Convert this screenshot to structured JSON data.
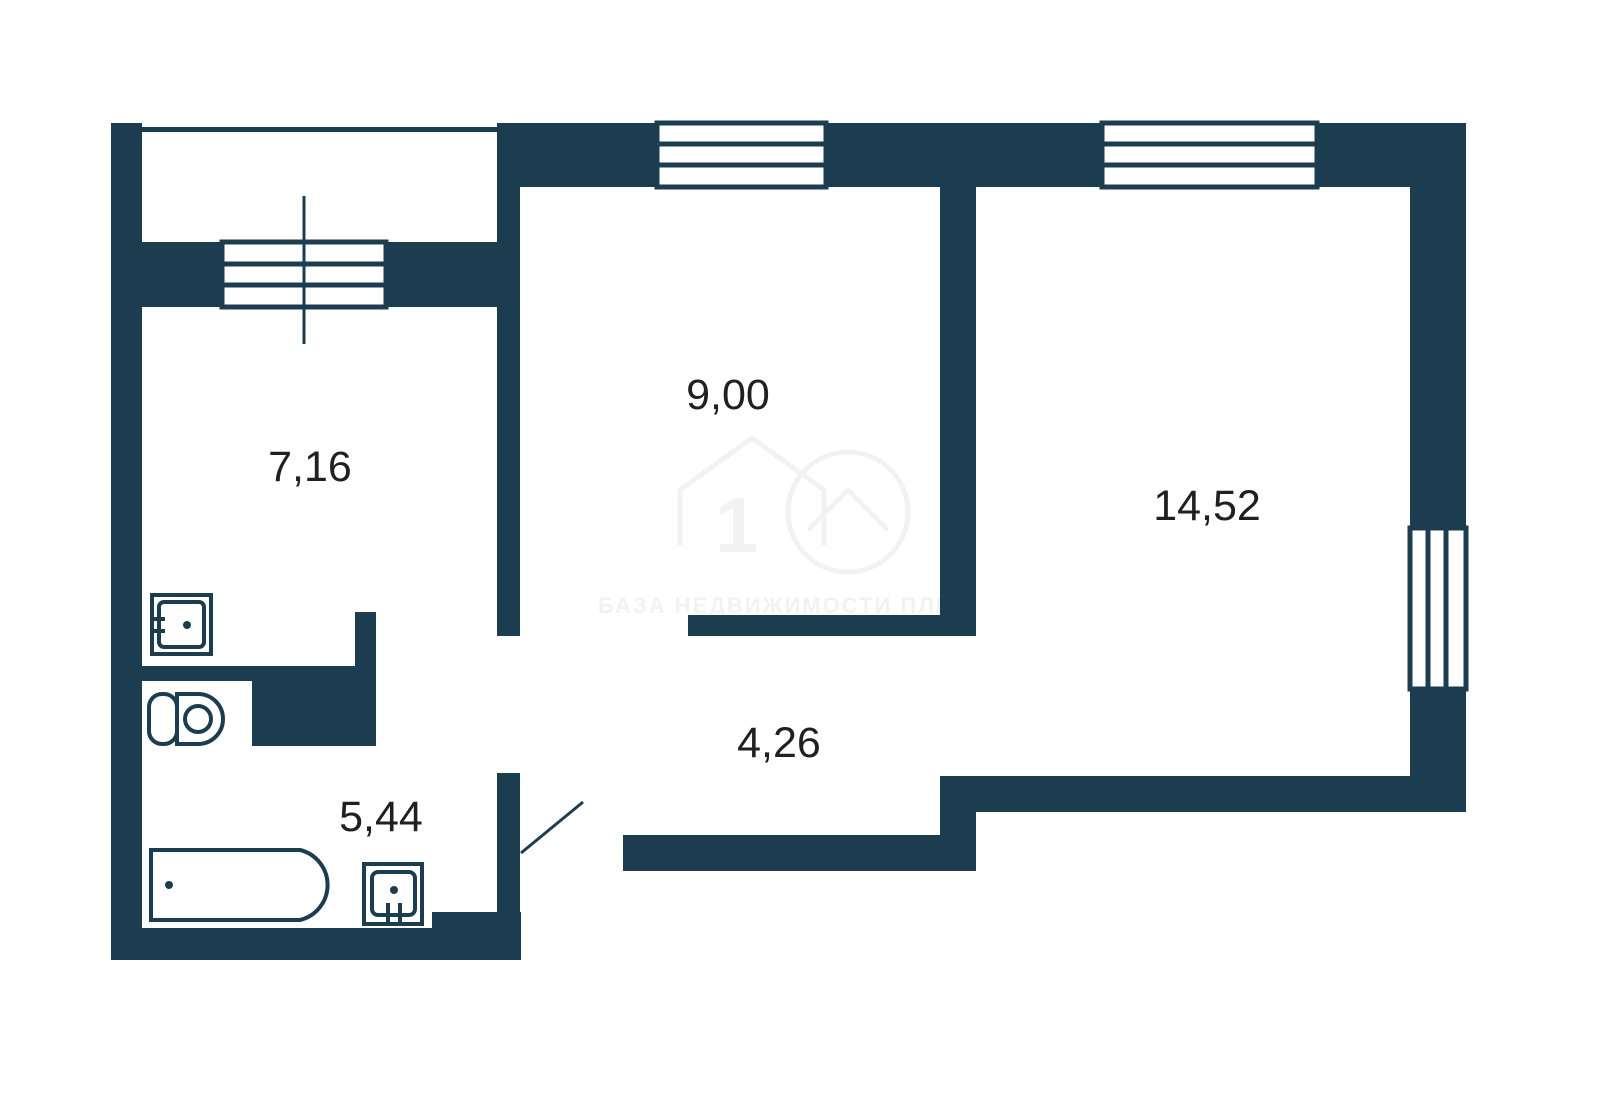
{
  "colors": {
    "wall": "#1b3d4f",
    "background": "#ffffff",
    "fixture": "#1b3d4f",
    "label": "#231f20",
    "watermark": "#e4e9ec"
  },
  "rooms": [
    {
      "id": "kitchen",
      "area": "7,16",
      "icon": "kitchen-area"
    },
    {
      "id": "bedroom",
      "area": "9,00",
      "icon": "room-area"
    },
    {
      "id": "living-room",
      "area": "14,52",
      "icon": "room-area"
    },
    {
      "id": "hallway",
      "area": "4,26",
      "icon": "room-area"
    },
    {
      "id": "bathroom",
      "area": "5,44",
      "icon": "bathroom-area"
    }
  ],
  "fixtures": [
    "stove-icon",
    "toilet-icon",
    "bathtub-icon",
    "sink-icon",
    "window-icon",
    "door-icon"
  ],
  "watermark": {
    "icon": "house-logo-icon",
    "text": "БАЗА НЕДВИЖИМОСТИ ПЛЮС"
  }
}
